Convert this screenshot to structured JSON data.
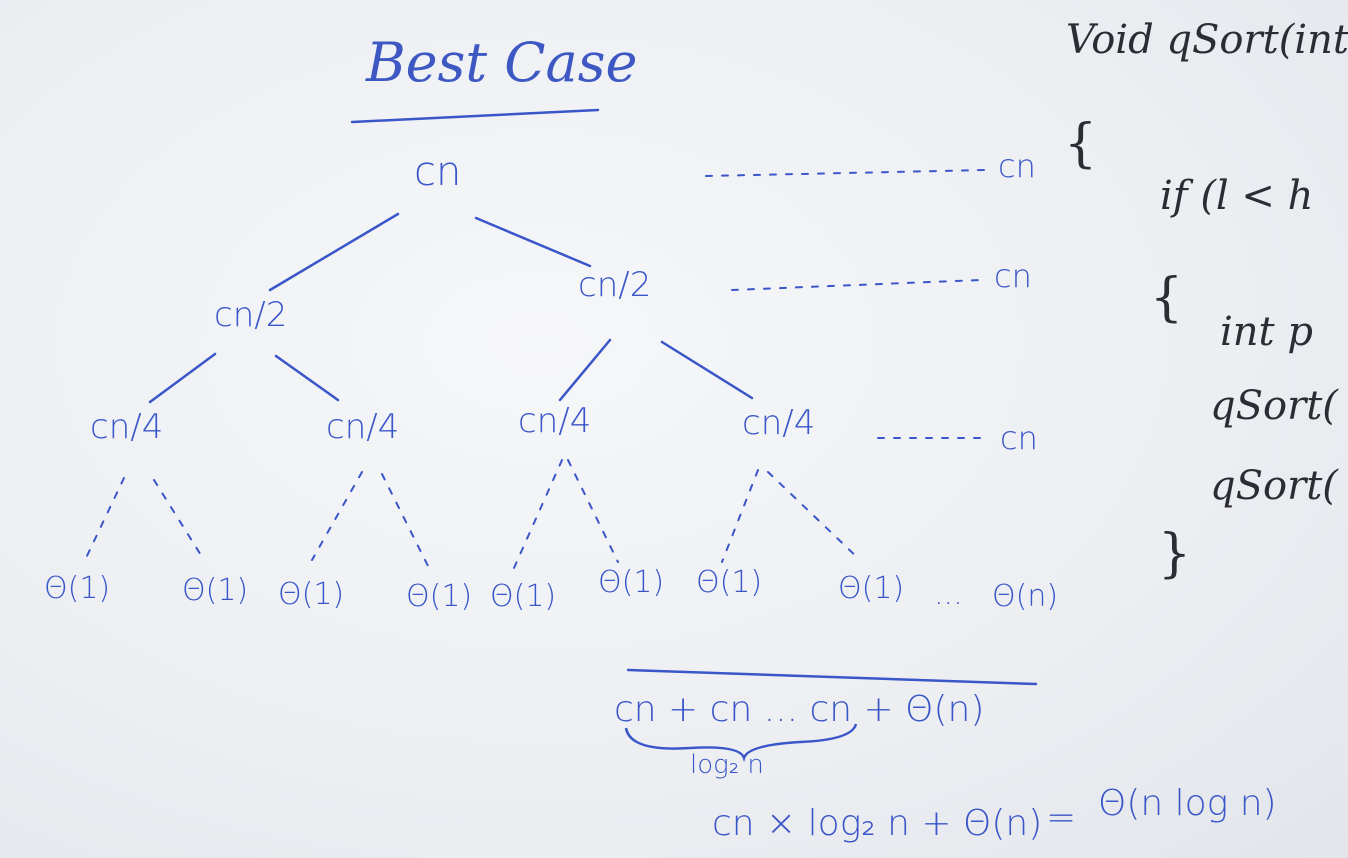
{
  "title": "Best Case",
  "tree": {
    "root": "cn",
    "level1": [
      "cn/2",
      "cn/2"
    ],
    "level2": [
      "cn/4",
      "cn/4",
      "cn/4",
      "cn/4"
    ],
    "leaves": [
      "Θ(1)",
      "Θ(1)",
      "Θ(1)",
      "Θ(1)",
      "Θ(1)",
      "Θ(1)",
      "Θ(1)",
      "Θ(1)"
    ],
    "leaf_tail": "...",
    "leaf_total": "Θ(n)"
  },
  "row_costs": [
    "cn",
    "cn",
    "cn"
  ],
  "summation": {
    "expression": "cn + cn ... cn + Θ(n)",
    "brace_label": "log₂ n",
    "result_lhs": "cn × log₂ n + Θ(n)",
    "equals": "=",
    "result_rhs": "Θ(n log n)"
  },
  "code": {
    "signature": "Void qSort(int a",
    "open_brace": "{",
    "if_line": "if (l < h",
    "inner_open": "{",
    "line1": "int p",
    "line2": "qSort(",
    "line3": "qSort(",
    "inner_close": "}"
  },
  "colors": {
    "ink_blue": "#3a56c8",
    "ink_black": "#2c2c34",
    "board": "#eef0f3"
  }
}
